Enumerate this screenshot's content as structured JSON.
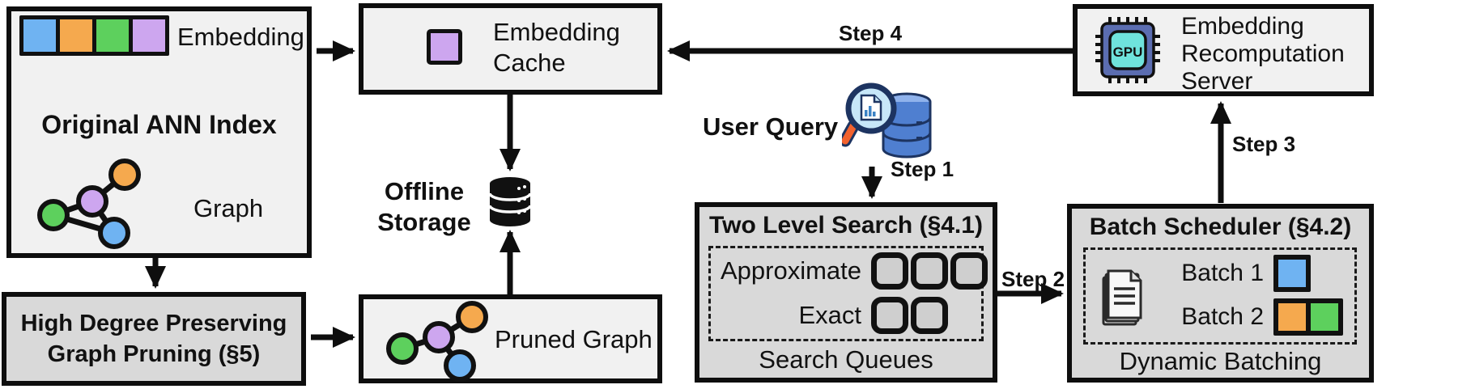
{
  "colors": {
    "blue": "#6FB3F2",
    "orange": "#F5A94E",
    "green": "#5DD05D",
    "purple": "#CDA6EF"
  },
  "ann_index": {
    "title": "Original ANN Index",
    "embedding_label": "Embedding",
    "graph_label": "Graph"
  },
  "pruning": {
    "line1": "High Degree Preserving",
    "line2": "Graph Pruning (§5)"
  },
  "cache": {
    "line1": "Embedding",
    "line2": "Cache"
  },
  "storage": {
    "line1": "Offline",
    "line2": "Storage"
  },
  "pruned": {
    "label": "Pruned Graph"
  },
  "query": {
    "label": "User Query"
  },
  "search": {
    "title": "Two Level Search (§4.1)",
    "approximate": "Approximate",
    "exact": "Exact",
    "footer": "Search Queues"
  },
  "batch": {
    "title": "Batch Scheduler (§4.2)",
    "batch1": "Batch 1",
    "batch2": "Batch 2",
    "footer": "Dynamic Batching"
  },
  "server": {
    "line1": "Embedding",
    "line2": "Recomputation",
    "line3": "Server",
    "chip": "GPU"
  },
  "steps": {
    "s1": "Step 1",
    "s2": "Step 2",
    "s3": "Step 3",
    "s4": "Step 4"
  }
}
